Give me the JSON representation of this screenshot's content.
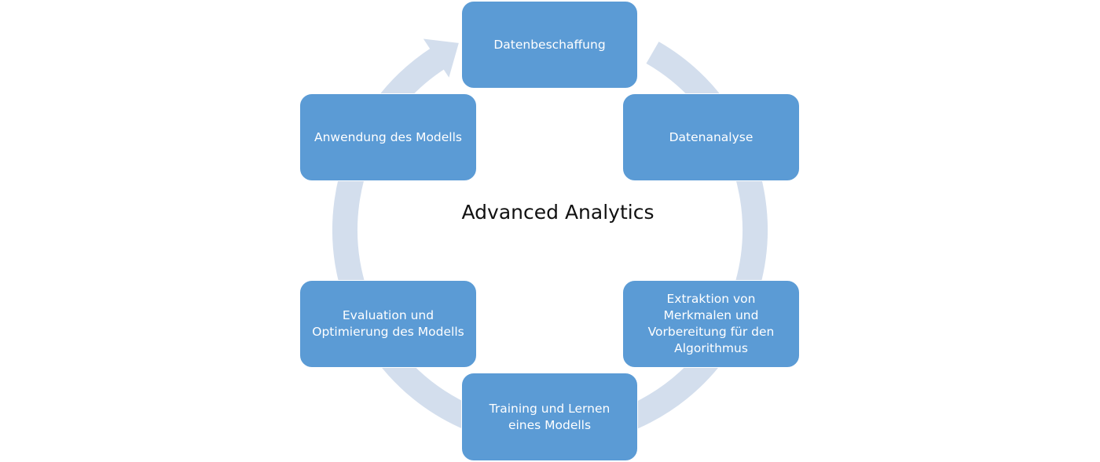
{
  "diagram": {
    "type": "cycle",
    "title": "Advanced Analytics",
    "colors": {
      "node_fill": "#5b9bd5",
      "node_text": "#ffffff",
      "ring": "#d3deed",
      "title_text": "#111111"
    },
    "direction": "clockwise",
    "nodes": [
      {
        "id": "datenbeschaffung",
        "label": "Datenbeschaffung"
      },
      {
        "id": "datenanalyse",
        "label": "Datenanalyse"
      },
      {
        "id": "extraktion",
        "label": "Extraktion von\nMerkmalen und\nVorbereitung für den\nAlgorithmus"
      },
      {
        "id": "training",
        "label": "Training und Lernen\neines Modells"
      },
      {
        "id": "evaluation",
        "label": "Evaluation und\nOptimierung des Modells"
      },
      {
        "id": "anwendung",
        "label": "Anwendung des Modells"
      }
    ]
  }
}
